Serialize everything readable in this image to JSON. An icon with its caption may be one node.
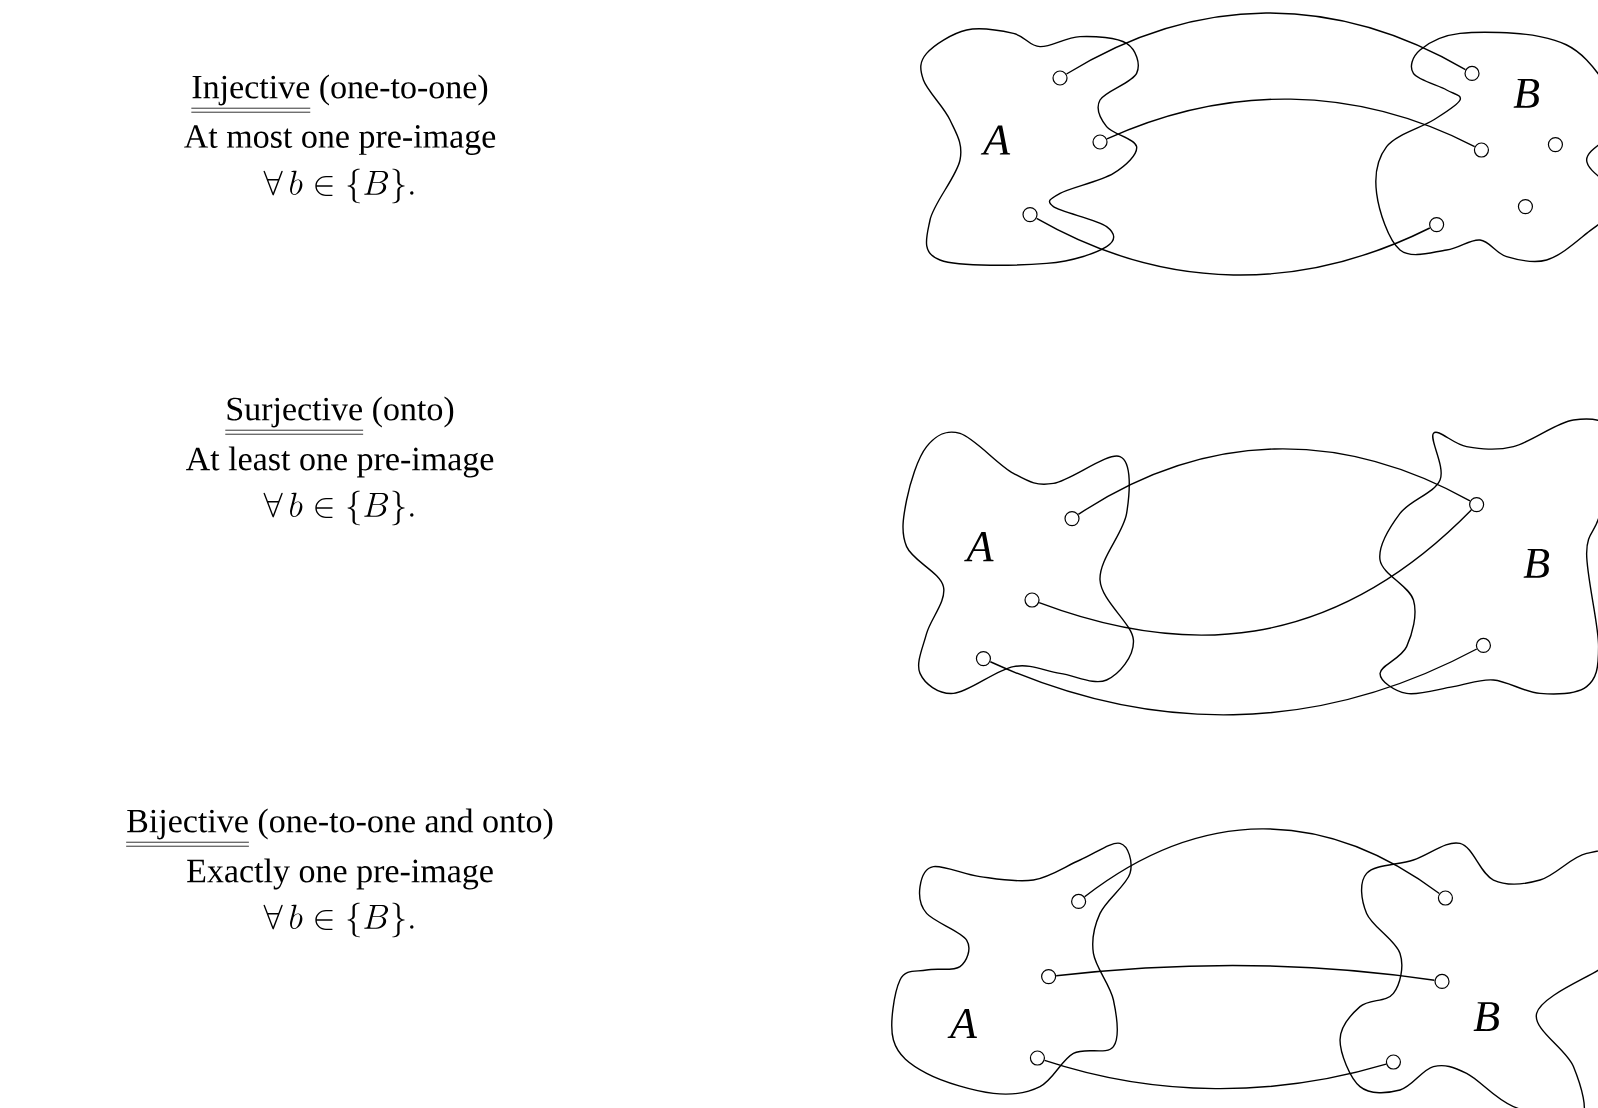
{
  "diagram": {
    "nodes": [
      {
        "text": [
          "A"
        ]
      },
      {
        "text": [],
        "shape": "circle",
        "in": 0
      },
      {
        "text": [],
        "shape": "circle",
        "in": 0
      },
      {
        "text": [],
        "shape": "circle",
        "in": 0
      },
      {
        "text": [
          "B"
        ]
      },
      {
        "text": [],
        "shape": "circle",
        "in": 4
      },
      {
        "text": [],
        "shape": "circle",
        "in": 4
      },
      {
        "text": [],
        "shape": "circle",
        "in": 4
      },
      {
        "text": [],
        "shape": "circle",
        "in": 4
      },
      {
        "text": [],
        "shape": "circle",
        "in": 4
      },
      {
        "text": [
          "A"
        ]
      },
      {
        "text": [],
        "shape": "circle",
        "in": 10
      },
      {
        "text": [],
        "shape": "circle",
        "in": 10
      },
      {
        "text": [],
        "shape": "circle",
        "in": 10
      },
      {
        "text": [
          "B"
        ]
      },
      {
        "text": [],
        "shape": "circle",
        "in": 14
      },
      {
        "text": [],
        "shape": "circle",
        "in": 14
      },
      {
        "text": [
          "A"
        ]
      },
      {
        "text": [],
        "shape": "circle",
        "in": 17
      },
      {
        "text": [],
        "shape": "circle",
        "in": 17
      },
      {
        "text": [],
        "shape": "circle",
        "in": 17
      },
      {
        "text": [
          "B"
        ]
      },
      {
        "text": [],
        "shape": "circle",
        "in": 21
      },
      {
        "text": [],
        "shape": "circle",
        "in": 21
      },
      {
        "text": [],
        "shape": "circle",
        "in": 21
      }
    ],
    "edges": [
      {
        "from": 1,
        "to": 5,
        "arrow": "none"
      },
      {
        "from": 2,
        "to": 6,
        "arrow": "none"
      },
      {
        "from": 3,
        "to": 7,
        "arrow": "none"
      },
      {
        "from": 11,
        "to": 15,
        "arrow": "none"
      },
      {
        "from": 12,
        "to": 15,
        "arrow": "none"
      },
      {
        "from": 13,
        "to": 16,
        "arrow": "none"
      },
      {
        "from": 18,
        "to": 22,
        "arrow": "none"
      },
      {
        "from": 19,
        "to": 23,
        "arrow": "none"
      },
      {
        "from": 20,
        "to": 24,
        "arrow": "none"
      }
    ],
    "labels": [
      "Injective",
      "(one-to-one)",
      "At most one pre-image",
      "\\forall\\, b \\in \\{B\\}.",
      "Surjective",
      "(onto)",
      "At least one pre-image",
      "\\forall\\, b \\in \\{B\\}.",
      "Bijective",
      "(one-to-one and onto)",
      "Exactly one pre-image",
      "\\forall\\, b \\in \\{B\\}."
    ]
  }
}
